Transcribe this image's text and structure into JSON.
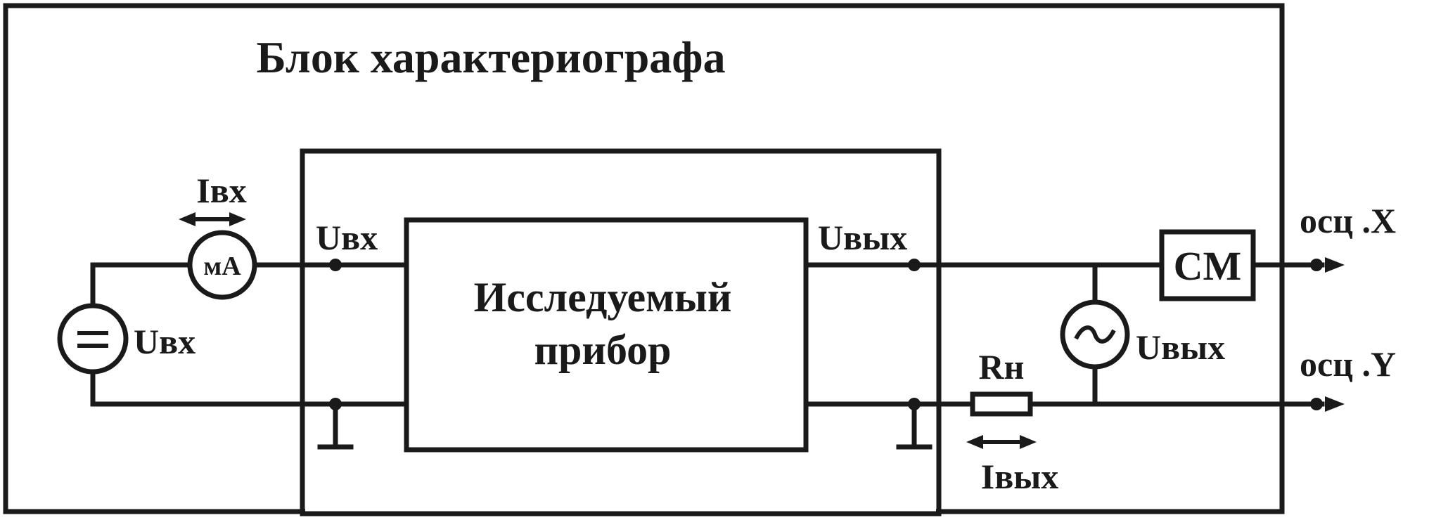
{
  "diagram": {
    "title": "Блок характериографа",
    "device_line1": "Исследуемый",
    "device_line2": "прибор",
    "labels": {
      "i_in": "Iвх",
      "ma": "мА",
      "u_in_top": "Uвх",
      "u_in_source": "Uвх",
      "u_out_top": "Uвых",
      "u_out_source": "Uвых",
      "rn": "Rн",
      "i_out": "Iвых",
      "cm": "СМ",
      "osc_x": "осц .X",
      "osc_y": "осц .Y"
    },
    "icons": {
      "dc_source": "equals-sign-icon",
      "ac_source": "tilde-icon"
    },
    "colors": {
      "ink": "#1a1a1a",
      "background": "#ffffff"
    }
  }
}
